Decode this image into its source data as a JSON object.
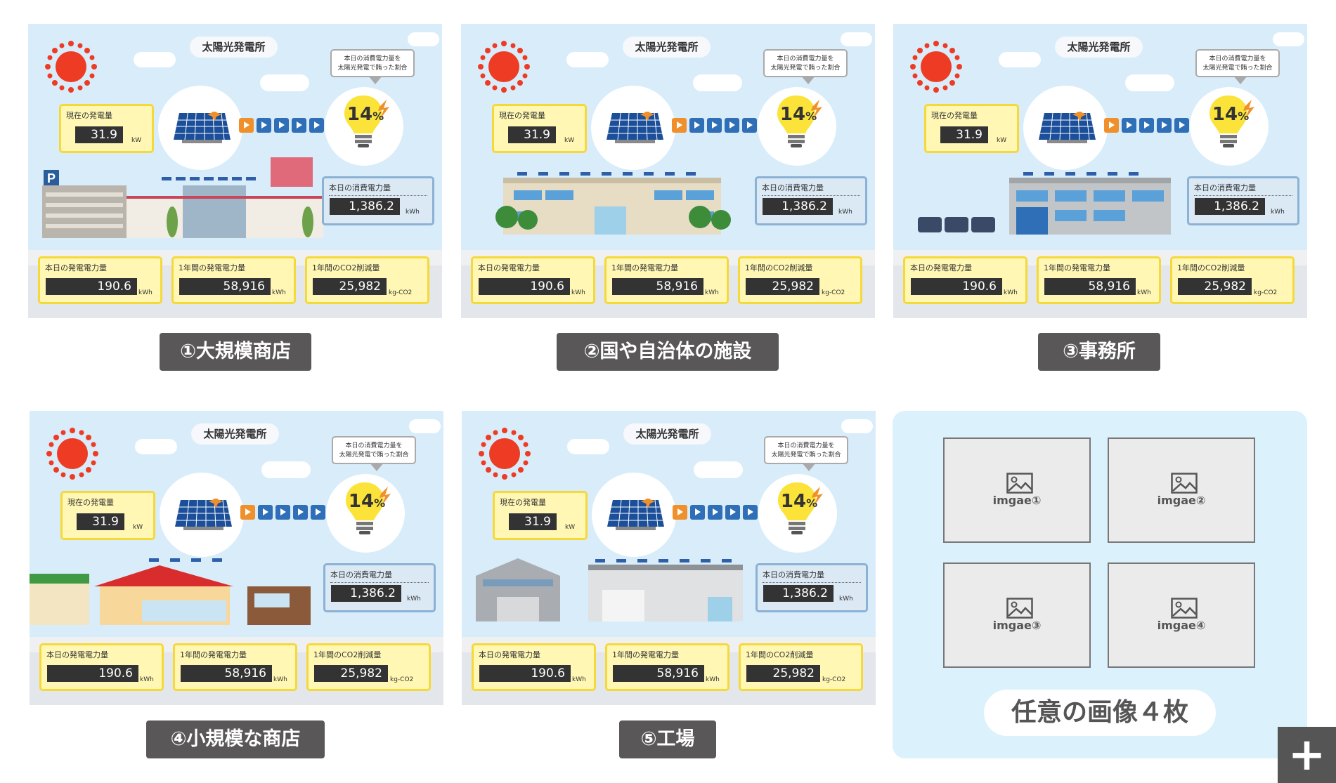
{
  "panel_common": {
    "title": "太陽光発電所",
    "ratio_heading_line1": "本日の消費電力量を",
    "ratio_heading_line2": "太陽光発電で賄った割合",
    "ratio_value": "14",
    "ratio_unit": "%",
    "current_gen_label": "現在の発電量",
    "current_gen_value": "31.9",
    "current_gen_unit": "kW",
    "today_use_label": "本日の消費電力量",
    "today_use_value": "1,386.2",
    "today_use_unit": "kWh",
    "today_gen_label": "本日の発電電力量",
    "today_gen_value": "190.6",
    "today_gen_unit": "kWh",
    "year_gen_label": "1年間の発電電力量",
    "year_gen_value": "58,916",
    "year_gen_unit": "kWh",
    "co2_label": "1年間のCO2削減量",
    "co2_value": "25,982",
    "co2_unit": "kg-CO2"
  },
  "captions": [
    "①大規模商店",
    "②国や自治体の施設",
    "③事務所",
    "④小規模な商店",
    "⑤工場"
  ],
  "placeholders": {
    "items": [
      "imgae①",
      "imgae②",
      "imgae③",
      "imgae④"
    ],
    "title": "任意の画像４枚"
  },
  "add_button": "+"
}
